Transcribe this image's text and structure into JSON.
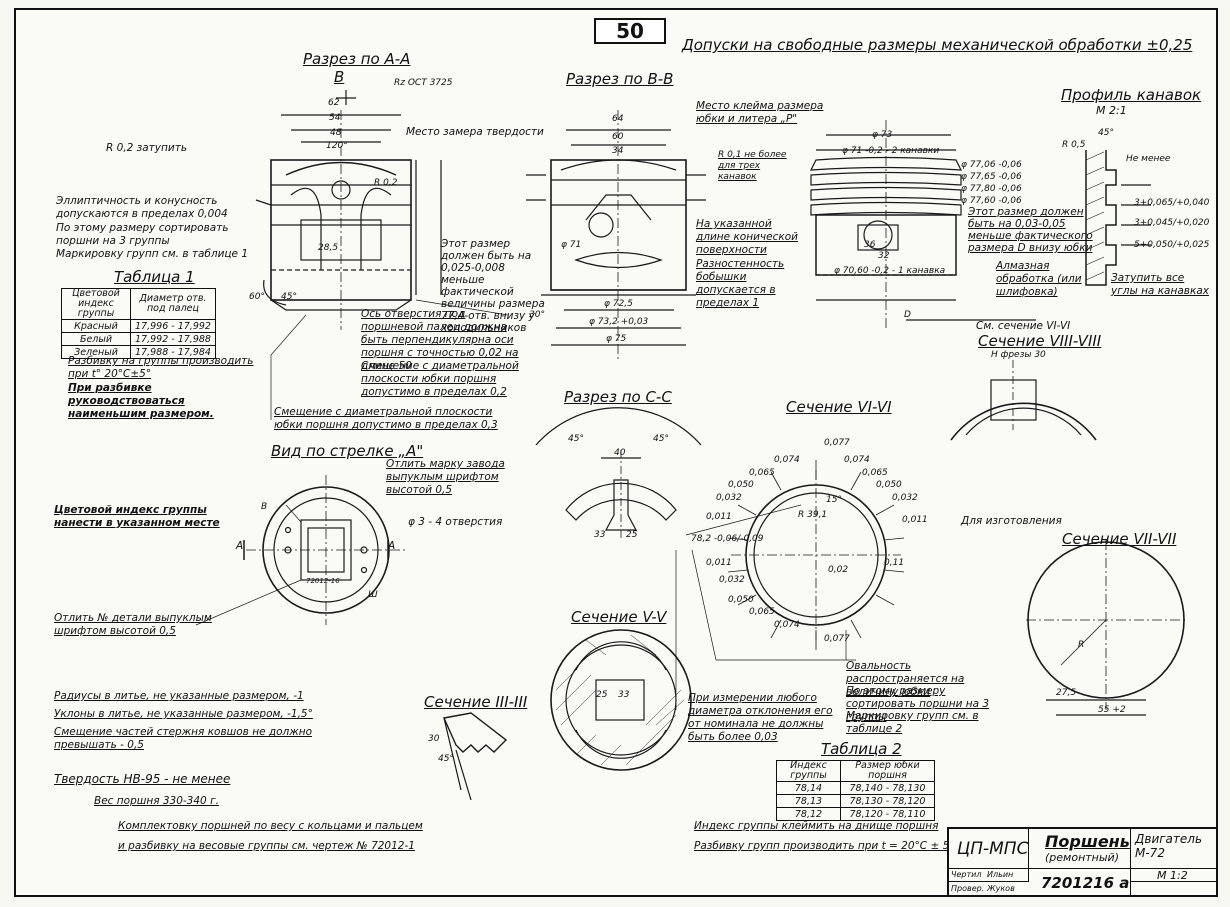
{
  "page_number": "50",
  "header": {
    "tolerance_note": "Допуски на свободные размеры механической обработки ±0,25"
  },
  "views": {
    "section_aa": {
      "title": "Разрез по А-А",
      "marker": "В",
      "rz": "Rz ОСТ 3725"
    },
    "section_bb": {
      "title": "Разрез по В-В"
    },
    "groove_profile": {
      "title": "Профиль канавок",
      "scale": "М 2:1"
    },
    "section_viii": {
      "title": "Сечение VIII-VIII",
      "note": "Н фрезы 30"
    },
    "section_cc": {
      "title": "Разрез по С-С"
    },
    "section_vi": {
      "title": "Сечение VI-VI"
    },
    "view_a": {
      "title": "Вид по стрелке „А\""
    },
    "section_v": {
      "title": "Сечение V-V"
    },
    "section_iii": {
      "title": "Сечение III-III"
    },
    "section_vii": {
      "title": "Сечение VII-VII"
    }
  },
  "dims": {
    "aa": [
      "62",
      "54",
      "48",
      "120°",
      "R 0,2",
      "28,5",
      "60°",
      "45°"
    ],
    "bb": [
      "64",
      "60",
      "34",
      "φ 71",
      "φ 72,5",
      "φ 73,2 +0,03",
      "φ 75",
      "30°"
    ],
    "rings": [
      "φ 73",
      "φ 71 -0,2 - 2 канавки",
      "φ 77,06 -0,06",
      "φ 77,65 -0,06",
      "φ 77,80 -0,06",
      "φ 77,60 -0,06",
      "φ 70,60 -0,2 - 1 канавка",
      "36",
      "32",
      "D"
    ],
    "cc": [
      "45°",
      "45°",
      "40",
      "33",
      "25"
    ],
    "vi": [
      "0,077",
      "0,074",
      "0,074",
      "0,065",
      "0,065",
      "0,050",
      "0,050",
      "0,032",
      "0,032",
      "0,011",
      "0,011",
      "78,2 -0,06/-0,09",
      "0,011",
      "0,032",
      "0,050",
      "0,065",
      "0,074",
      "0,077",
      "15°",
      "R 39,1",
      "0,11",
      "0,02"
    ],
    "vii": [
      "R",
      "27,5",
      "55 +2"
    ]
  },
  "annotations": {
    "aa_left": [
      "R 0,2 затупить",
      "Эллиптичность и конусность допускаются в пределах 0,004",
      "По этому размеру сортировать поршни на 3 группы",
      "Маркировку групп см. в таблице 1"
    ],
    "aa_right": [
      "Место замера твердости",
      "Этот размер должен быть на 0,025-0,008 меньше фактической величины размера 77,4-отв. внизу у холодильников"
    ],
    "bb_right": [
      "Место клейма размера юбки и литера „Р\"",
      "R 0,1 не более для трех канавок",
      "На указанной длине конической поверхности",
      "Разностенность бобышки допускается в пределах 1",
      "Этот размер должен быть на 0,03-0,05 меньше фактического размера D внизу юбки",
      "Алмазная обработка (или шлифовка)",
      "См. сечение VI-VI"
    ],
    "center_notes": [
      "Ось отверстия под поршневой палец должна быть перпендикулярна оси поршня с точностью 0,02 на длине 50",
      "Смещение с диаметральной плоскости юбки поршня допустимо в пределах 0,2",
      "Смещение с диаметральной плоскости юбки поршня допустимо в пределах 0,3"
    ],
    "grouping": [
      "Разбивку на группы производить при t° 20°С±5°",
      "При разбивке руководствоваться наименьшим размером."
    ],
    "view_a": [
      "Отлить марку завода выпуклым шрифтом высотой 0,5",
      "φ 3 - 4 отверстия",
      "Цветовой индекс группы нанести в указанном месте",
      "Отлить № детали выпуклым шрифтом высотой 0,5"
    ],
    "groove": [
      "45°",
      "R 0,5",
      "Не менее",
      "3+0,065/+0,040",
      "3+0,045/+0,020",
      "5+0,050/+0,025",
      "Затупить все углы на канавках"
    ],
    "vi_right": [
      "Для изготовления",
      "Овальность распространяется на величину юбки",
      "По этому размеру сортировать поршни на 3 группы",
      "Маркировку групп см. в таблице 2"
    ],
    "measure": [
      "При измерении любого диаметра отклонения его от номинала не должны быть более 0,03"
    ],
    "bottom_left": [
      "Радиусы в литье, не указанные размером, -1",
      "Уклоны в литье, не указанные размером, -1,5°",
      "Смещение частей стержня ковшов не должно превышать - 0,5"
    ],
    "bottom_notes": [
      "Твердость НВ-95 - не менее",
      "Вес поршня 330-340 г.",
      "Комплектовку поршней по весу с кольцами и пальцем",
      "и разбивку на весовые группы см. чертеж № 72012-1"
    ],
    "footer": [
      "Индекс группы клеймить на днище поршня",
      "Разбивку групп производить при t = 20°С ± 5°"
    ],
    "section_v_dims": [
      "25",
      "33"
    ],
    "section_iii_dims": [
      "30",
      "45°"
    ],
    "view_a_marks": [
      "В",
      "А",
      "А",
      "Ш",
      "72012-16"
    ]
  },
  "table1": {
    "title": "Таблица 1",
    "headers": [
      "Цветовой индекс группы",
      "Диаметр отв. под палец"
    ],
    "rows": [
      [
        "Красный",
        "17,996 - 17,992"
      ],
      [
        "Белый",
        "17,992 - 17,988"
      ],
      [
        "Зеленый",
        "17,988 - 17,984"
      ]
    ]
  },
  "table2": {
    "title": "Таблица 2",
    "headers": [
      "Индекс группы",
      "Размер юбки поршня"
    ],
    "rows": [
      [
        "78,14",
        "78,140 - 78,130"
      ],
      [
        "78,13",
        "78,130 - 78,120"
      ],
      [
        "78,12",
        "78,120 - 78,110"
      ]
    ]
  },
  "title_block": {
    "org": "ЦП-МПС",
    "part_name": "Поршень",
    "variant": "(ремонтный)",
    "drawing_number": "7201216 а",
    "engine": "Двигатель М-72",
    "scale": "М 1:2",
    "role_draw": "Чертил",
    "role_check": "Провер.",
    "sign_draw": "Ильин",
    "sign_check": "Жуков"
  }
}
